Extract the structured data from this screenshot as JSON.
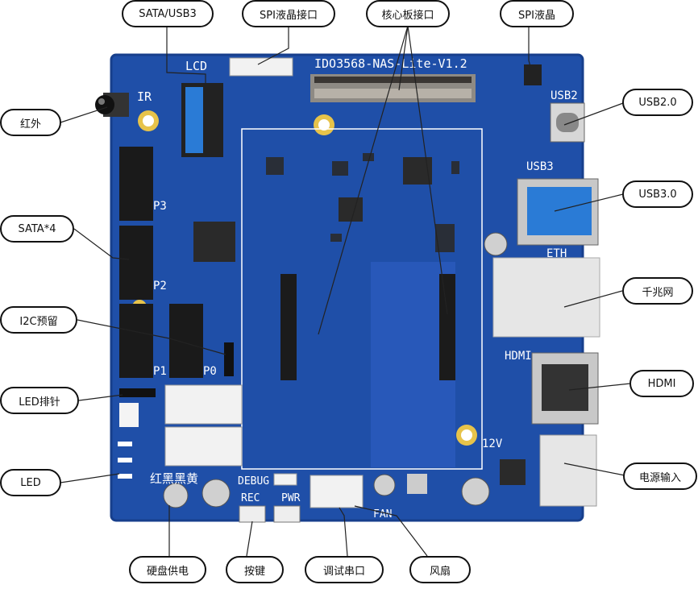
{
  "board": {
    "model": "IDO3568-NAS-Lite-V1.2",
    "colors": {
      "pcb": "#1f4fa8",
      "pcb_dark": "#173f8c",
      "silk": "#ffffff",
      "gold": "#e7c34a",
      "metal": "#c8c8c8",
      "chip": "#2a2a2a",
      "leader": "#222222"
    },
    "silk_labels": {
      "lcd": "LCD",
      "ir": "IR",
      "usb2": "USB2",
      "usb3": "USB3",
      "eth": "ETH",
      "hdmi": "HDMI",
      "v12": "12V",
      "p3": "P3",
      "p2": "P2",
      "p1": "P1",
      "p0": "P0",
      "debug": "DEBUG",
      "rec": "REC",
      "pwr": "PWR",
      "fan": "FAN",
      "brand": "红黑黑黄"
    }
  },
  "callouts": {
    "sata_usb3": "SATA/USB3",
    "spi_lcd_connector": "SPI液晶接口",
    "core_board_connector": "核心板接口",
    "spi_lcd": "SPI液晶",
    "ir": "红外",
    "usb2": "USB2.0",
    "usb3": "USB3.0",
    "sata4": "SATA*4",
    "gigabit_ethernet": "千兆网",
    "i2c_reserved": "I2C预留",
    "hdmi": "HDMI",
    "led_header": "LED排针",
    "power_input": "电源输入",
    "led": "LED",
    "hdd_power": "硬盘供电",
    "buttons": "按键",
    "debug_uart": "调试串口",
    "fan": "风扇"
  }
}
